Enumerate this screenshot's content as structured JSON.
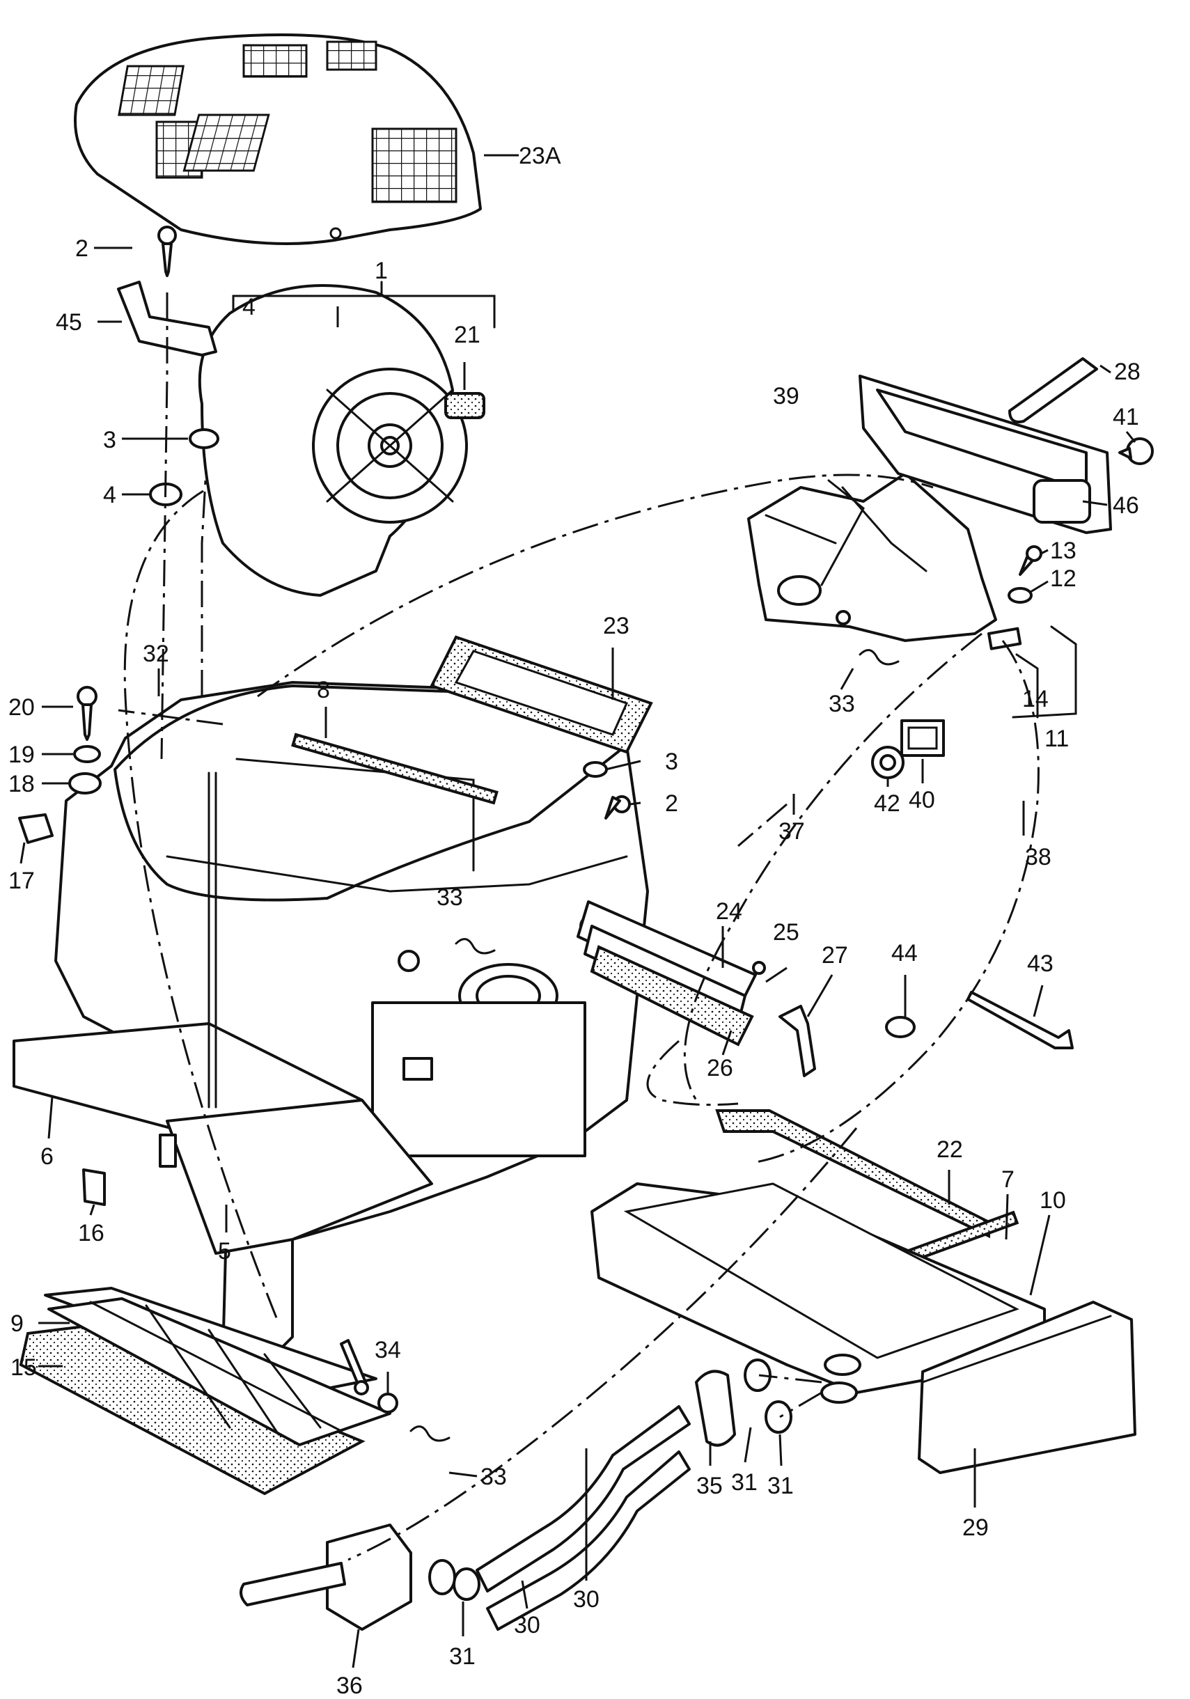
{
  "callouts": [
    "23A",
    "2",
    "1",
    "4",
    "45",
    "21",
    "3",
    "4",
    "28",
    "39",
    "41",
    "46",
    "13",
    "12",
    "14",
    "11",
    "33",
    "23",
    "32",
    "8",
    "20",
    "19",
    "18",
    "17",
    "3",
    "2",
    "40",
    "42",
    "37",
    "38",
    "33",
    "24",
    "25",
    "27",
    "44",
    "43",
    "26",
    "6",
    "16",
    "5",
    "22",
    "7",
    "10",
    "9",
    "15",
    "34",
    "33",
    "35",
    "31",
    "31",
    "29",
    "30",
    "30",
    "31",
    "36"
  ],
  "colors": {
    "line": "#111111",
    "fill": "#ffffff"
  }
}
